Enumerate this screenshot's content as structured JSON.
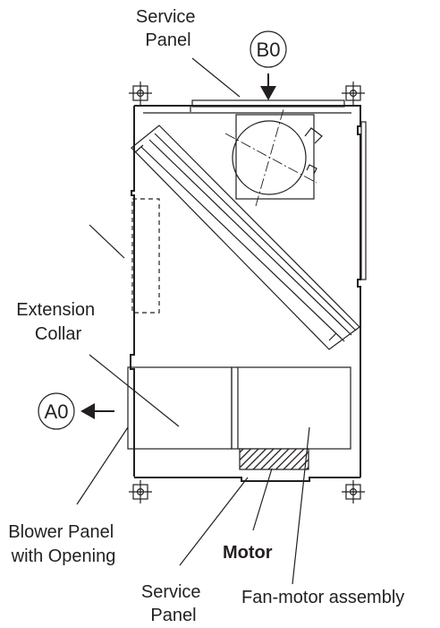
{
  "labels": {
    "service_panel_top": [
      "Service",
      "Panel"
    ],
    "extension_collar": [
      "Extension",
      "Collar"
    ],
    "blower_panel": [
      "Blower Panel",
      "with Opening"
    ],
    "motor": "Motor",
    "service_panel_bottom": [
      "Service",
      "Panel"
    ],
    "fan_motor_assembly": "Fan-motor assembly"
  },
  "callouts": {
    "top": "B0",
    "left": "A0"
  },
  "colors": {
    "ink": "#231f20",
    "background": "#ffffff"
  }
}
